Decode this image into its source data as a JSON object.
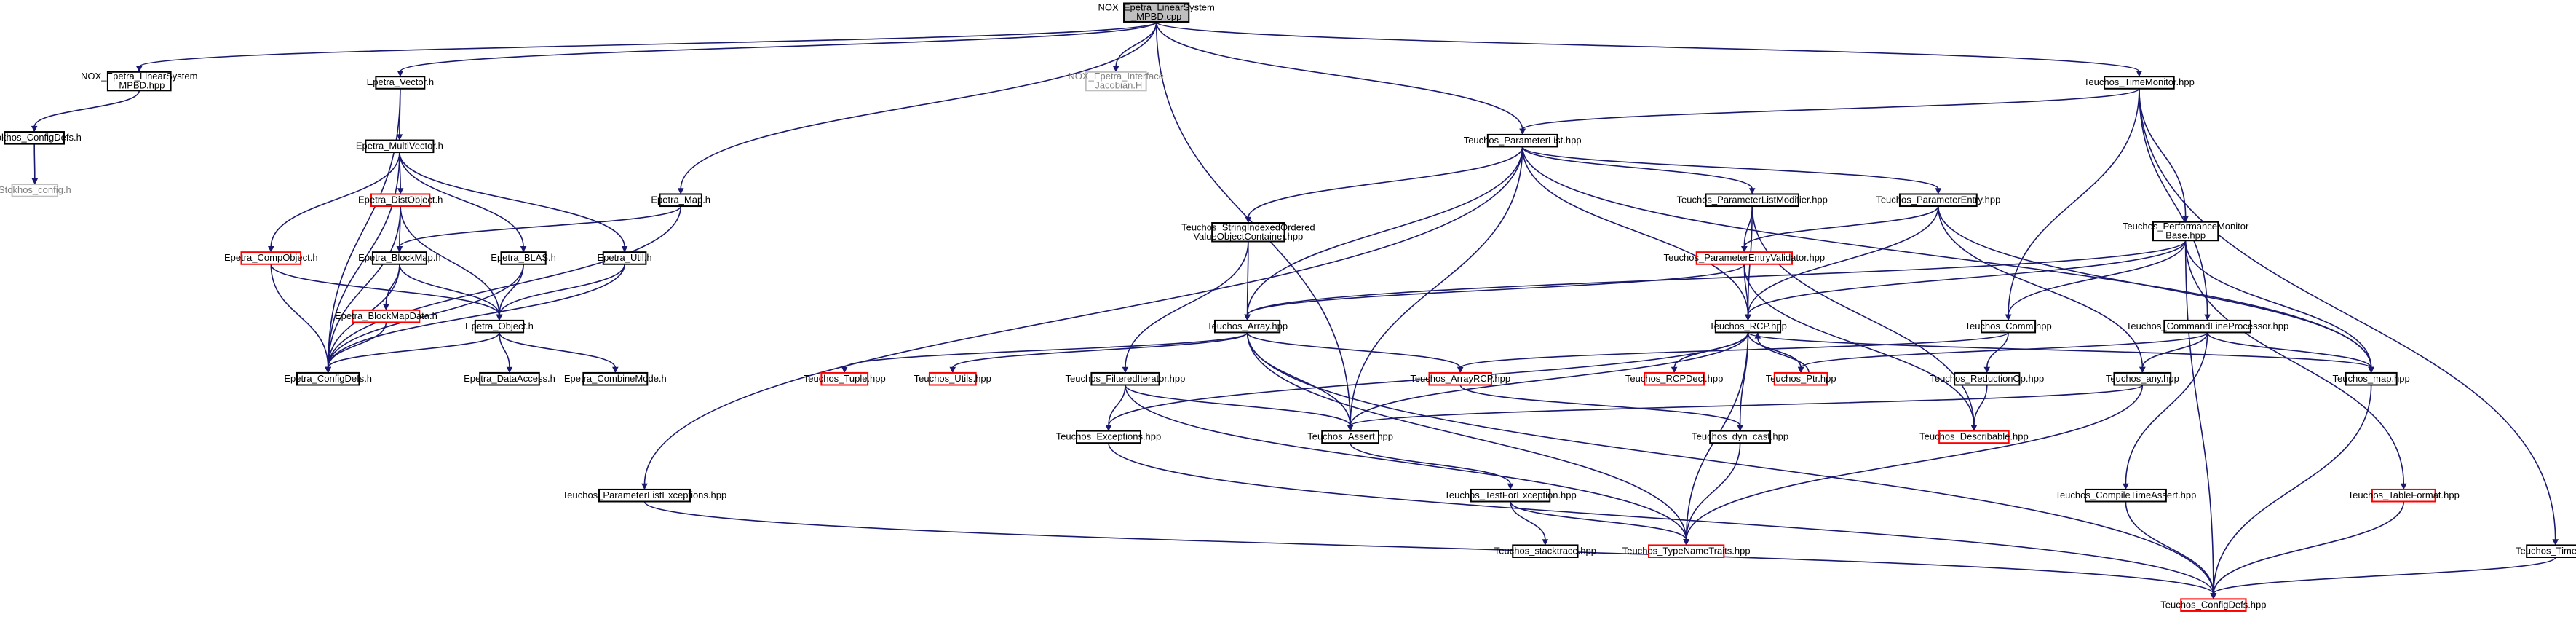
{
  "graph": {
    "colors": {
      "edge": "#191970",
      "normal_border": "#000000",
      "red_border": "#ff0000",
      "gray_border": "#bfbfbf",
      "root_fill": "#bfbfbf"
    },
    "nodes": [
      {
        "id": "root",
        "lines": [
          "NOX_Epetra_LinearSystem",
          "_MPBD.cpp"
        ],
        "style": "root"
      },
      {
        "id": "nox_hpp",
        "lines": [
          "NOX_Epetra_LinearSystem",
          "_MPBD.hpp"
        ],
        "style": "normal"
      },
      {
        "id": "stokhos_cd",
        "lines": [
          "Stokhos_ConfigDefs.h"
        ],
        "style": "normal"
      },
      {
        "id": "stokhos_cfg",
        "lines": [
          "Stokhos_config.h"
        ],
        "style": "gray"
      },
      {
        "id": "ep_vector",
        "lines": [
          "Epetra_Vector.h"
        ],
        "style": "normal"
      },
      {
        "id": "ep_mv",
        "lines": [
          "Epetra_MultiVector.h"
        ],
        "style": "normal"
      },
      {
        "id": "nox_iface",
        "lines": [
          "NOX_Epetra_Interface",
          "_Jacobian.H"
        ],
        "style": "gray"
      },
      {
        "id": "ep_map",
        "lines": [
          "Epetra_Map.h"
        ],
        "style": "normal"
      },
      {
        "id": "ep_distobj",
        "lines": [
          "Epetra_DistObject.h"
        ],
        "style": "red"
      },
      {
        "id": "ep_compobj",
        "lines": [
          "Epetra_CompObject.h"
        ],
        "style": "red"
      },
      {
        "id": "ep_blockmap",
        "lines": [
          "Epetra_BlockMap.h"
        ],
        "style": "normal"
      },
      {
        "id": "ep_blas",
        "lines": [
          "Epetra_BLAS.h"
        ],
        "style": "normal"
      },
      {
        "id": "ep_util",
        "lines": [
          "Epetra_Util.h"
        ],
        "style": "normal"
      },
      {
        "id": "ep_bmdata",
        "lines": [
          "Epetra_BlockMapData.h"
        ],
        "style": "red"
      },
      {
        "id": "ep_object",
        "lines": [
          "Epetra_Object.h"
        ],
        "style": "normal"
      },
      {
        "id": "ep_configdefs",
        "lines": [
          "Epetra_ConfigDefs.h"
        ],
        "style": "normal"
      },
      {
        "id": "ep_dataaccess",
        "lines": [
          "Epetra_DataAccess.h"
        ],
        "style": "normal"
      },
      {
        "id": "ep_combine",
        "lines": [
          "Epetra_CombineMode.h"
        ],
        "style": "normal"
      },
      {
        "id": "t_paramlist",
        "lines": [
          "Teuchos_ParameterList.hpp"
        ],
        "style": "normal"
      },
      {
        "id": "t_timemon",
        "lines": [
          "Teuchos_TimeMonitor.hpp"
        ],
        "style": "normal"
      },
      {
        "id": "t_sivovc",
        "lines": [
          "Teuchos_StringIndexedOrdered",
          "ValueObjectContainer.hpp"
        ],
        "style": "normal"
      },
      {
        "id": "t_plmod",
        "lines": [
          "Teuchos_ParameterListModifier.hpp"
        ],
        "style": "normal"
      },
      {
        "id": "t_pentry",
        "lines": [
          "Teuchos_ParameterEntry.hpp"
        ],
        "style": "normal"
      },
      {
        "id": "t_pev",
        "lines": [
          "Teuchos_ParameterEntryValidator.hpp"
        ],
        "style": "red"
      },
      {
        "id": "t_perfmon",
        "lines": [
          "Teuchos_PerformanceMonitor",
          "Base.hpp"
        ],
        "style": "normal"
      },
      {
        "id": "t_array",
        "lines": [
          "Teuchos_Array.hpp"
        ],
        "style": "normal"
      },
      {
        "id": "t_rcp",
        "lines": [
          "Teuchos_RCP.hpp"
        ],
        "style": "normal"
      },
      {
        "id": "t_comm",
        "lines": [
          "Teuchos_Comm.hpp"
        ],
        "style": "normal"
      },
      {
        "id": "t_clp",
        "lines": [
          "Teuchos_CommandLineProcessor.hpp"
        ],
        "style": "normal"
      },
      {
        "id": "t_tuple",
        "lines": [
          "Teuchos_Tuple.hpp"
        ],
        "style": "red"
      },
      {
        "id": "t_utils",
        "lines": [
          "Teuchos_Utils.hpp"
        ],
        "style": "red"
      },
      {
        "id": "t_filtit",
        "lines": [
          "Teuchos_FilteredIterator.hpp"
        ],
        "style": "normal"
      },
      {
        "id": "t_arrayrcp",
        "lines": [
          "Teuchos_ArrayRCP.hpp"
        ],
        "style": "red"
      },
      {
        "id": "t_rcpdecl",
        "lines": [
          "Teuchos_RCPDecl.hpp"
        ],
        "style": "red"
      },
      {
        "id": "t_ptr",
        "lines": [
          "Teuchos_Ptr.hpp"
        ],
        "style": "red"
      },
      {
        "id": "t_redop",
        "lines": [
          "Teuchos_ReductionOp.hpp"
        ],
        "style": "normal"
      },
      {
        "id": "t_any",
        "lines": [
          "Teuchos_any.hpp"
        ],
        "style": "normal"
      },
      {
        "id": "t_map",
        "lines": [
          "Teuchos_map.hpp"
        ],
        "style": "normal"
      },
      {
        "id": "t_exceptions",
        "lines": [
          "Teuchos_Exceptions.hpp"
        ],
        "style": "normal"
      },
      {
        "id": "t_assert",
        "lines": [
          "Teuchos_Assert.hpp"
        ],
        "style": "normal"
      },
      {
        "id": "t_dyncast",
        "lines": [
          "Teuchos_dyn_cast.hpp"
        ],
        "style": "normal"
      },
      {
        "id": "t_describable",
        "lines": [
          "Teuchos_Describable.hpp"
        ],
        "style": "red"
      },
      {
        "id": "t_plexc",
        "lines": [
          "Teuchos_ParameterListExceptions.hpp"
        ],
        "style": "normal"
      },
      {
        "id": "t_tfe",
        "lines": [
          "Teuchos_TestForException.hpp"
        ],
        "style": "normal"
      },
      {
        "id": "t_cta",
        "lines": [
          "Teuchos_CompileTimeAssert.hpp"
        ],
        "style": "normal"
      },
      {
        "id": "t_tablefmt",
        "lines": [
          "Teuchos_TableFormat.hpp"
        ],
        "style": "red"
      },
      {
        "id": "t_stacktrace",
        "lines": [
          "Teuchos_stacktrace.hpp"
        ],
        "style": "normal"
      },
      {
        "id": "t_typename",
        "lines": [
          "Teuchos_TypeNameTraits.hpp"
        ],
        "style": "red"
      },
      {
        "id": "t_time",
        "lines": [
          "Teuchos_Time.hpp"
        ],
        "style": "normal"
      },
      {
        "id": "t_configdefs",
        "lines": [
          "Teuchos_ConfigDefs.hpp"
        ],
        "style": "red"
      }
    ],
    "edges": [
      [
        "root",
        "nox_hpp"
      ],
      [
        "root",
        "ep_vector"
      ],
      [
        "root",
        "nox_iface"
      ],
      [
        "root",
        "ep_map"
      ],
      [
        "root",
        "t_assert"
      ],
      [
        "root",
        "t_paramlist"
      ],
      [
        "root",
        "t_timemon"
      ],
      [
        "nox_hpp",
        "stokhos_cd"
      ],
      [
        "stokhos_cd",
        "stokhos_cfg"
      ],
      [
        "ep_vector",
        "ep_mv"
      ],
      [
        "ep_vector",
        "ep_configdefs"
      ],
      [
        "ep_mv",
        "ep_distobj"
      ],
      [
        "ep_mv",
        "ep_compobj"
      ],
      [
        "ep_mv",
        "ep_blas"
      ],
      [
        "ep_mv",
        "ep_util"
      ],
      [
        "ep_mv",
        "ep_configdefs"
      ],
      [
        "ep_map",
        "ep_blockmap"
      ],
      [
        "ep_map",
        "ep_configdefs"
      ],
      [
        "ep_distobj",
        "ep_blockmap"
      ],
      [
        "ep_distobj",
        "ep_object"
      ],
      [
        "ep_distobj",
        "ep_configdefs"
      ],
      [
        "ep_compobj",
        "ep_object"
      ],
      [
        "ep_compobj",
        "ep_configdefs"
      ],
      [
        "ep_blockmap",
        "ep_bmdata"
      ],
      [
        "ep_blockmap",
        "ep_object"
      ],
      [
        "ep_blockmap",
        "ep_configdefs"
      ],
      [
        "ep_blas",
        "ep_object"
      ],
      [
        "ep_blas",
        "ep_configdefs"
      ],
      [
        "ep_util",
        "ep_object"
      ],
      [
        "ep_util",
        "ep_configdefs"
      ],
      [
        "ep_bmdata",
        "ep_configdefs"
      ],
      [
        "ep_object",
        "ep_configdefs"
      ],
      [
        "ep_object",
        "ep_dataaccess"
      ],
      [
        "ep_object",
        "ep_combine"
      ],
      [
        "t_paramlist",
        "t_plexc"
      ],
      [
        "t_paramlist",
        "t_sivovc"
      ],
      [
        "t_paramlist",
        "t_array"
      ],
      [
        "t_paramlist",
        "t_assert"
      ],
      [
        "t_paramlist",
        "t_rcp"
      ],
      [
        "t_paramlist",
        "t_plmod"
      ],
      [
        "t_paramlist",
        "t_pentry"
      ],
      [
        "t_paramlist",
        "t_map"
      ],
      [
        "t_timemon",
        "t_paramlist"
      ],
      [
        "t_timemon",
        "t_perfmon"
      ],
      [
        "t_timemon",
        "t_comm"
      ],
      [
        "t_timemon",
        "t_clp"
      ],
      [
        "t_timemon",
        "t_time"
      ],
      [
        "t_sivovc",
        "t_array"
      ],
      [
        "t_sivovc",
        "t_filtit"
      ],
      [
        "t_plmod",
        "t_pev"
      ],
      [
        "t_plmod",
        "t_rcp"
      ],
      [
        "t_plmod",
        "t_describable"
      ],
      [
        "t_pentry",
        "t_pev"
      ],
      [
        "t_pentry",
        "t_rcp"
      ],
      [
        "t_pentry",
        "t_any"
      ],
      [
        "t_pentry",
        "t_map"
      ],
      [
        "t_pev",
        "t_array"
      ],
      [
        "t_pev",
        "t_rcp"
      ],
      [
        "t_pev",
        "t_describable"
      ],
      [
        "t_perfmon",
        "t_array"
      ],
      [
        "t_perfmon",
        "t_rcp"
      ],
      [
        "t_perfmon",
        "t_comm"
      ],
      [
        "t_perfmon",
        "t_map"
      ],
      [
        "t_perfmon",
        "t_tablefmt"
      ],
      [
        "t_perfmon",
        "t_configdefs"
      ],
      [
        "t_array",
        "t_tuple"
      ],
      [
        "t_array",
        "t_utils"
      ],
      [
        "t_array",
        "t_assert"
      ],
      [
        "t_array",
        "t_arrayrcp"
      ],
      [
        "t_array",
        "t_typename"
      ],
      [
        "t_array",
        "t_configdefs"
      ],
      [
        "t_rcp",
        "t_rcpdecl"
      ],
      [
        "t_rcp",
        "t_ptr"
      ],
      [
        "t_rcp",
        "t_dyncast"
      ],
      [
        "t_rcp",
        "t_assert"
      ],
      [
        "t_rcp",
        "t_exceptions"
      ],
      [
        "t_rcp",
        "t_map"
      ],
      [
        "t_rcp",
        "t_typename"
      ],
      [
        "t_ptr",
        "t_rcp"
      ],
      [
        "t_comm",
        "t_redop"
      ],
      [
        "t_comm",
        "t_arrayrcp"
      ],
      [
        "t_clp",
        "t_ptr"
      ],
      [
        "t_clp",
        "t_any"
      ],
      [
        "t_clp",
        "t_map"
      ],
      [
        "t_clp",
        "t_cta"
      ],
      [
        "t_filtit",
        "t_exceptions"
      ],
      [
        "t_filtit",
        "t_assert"
      ],
      [
        "t_filtit",
        "t_typename"
      ],
      [
        "t_arrayrcp",
        "t_dyncast"
      ],
      [
        "t_redop",
        "t_describable"
      ],
      [
        "t_any",
        "t_assert"
      ],
      [
        "t_any",
        "t_typename"
      ],
      [
        "t_map",
        "t_configdefs"
      ],
      [
        "t_exceptions",
        "t_configdefs"
      ],
      [
        "t_assert",
        "t_tfe"
      ],
      [
        "t_dyncast",
        "t_typename"
      ],
      [
        "t_plexc",
        "t_configdefs"
      ],
      [
        "t_tfe",
        "t_stacktrace"
      ],
      [
        "t_tfe",
        "t_typename"
      ],
      [
        "t_cta",
        "t_configdefs"
      ],
      [
        "t_tablefmt",
        "t_configdefs"
      ],
      [
        "t_time",
        "t_configdefs"
      ]
    ]
  }
}
